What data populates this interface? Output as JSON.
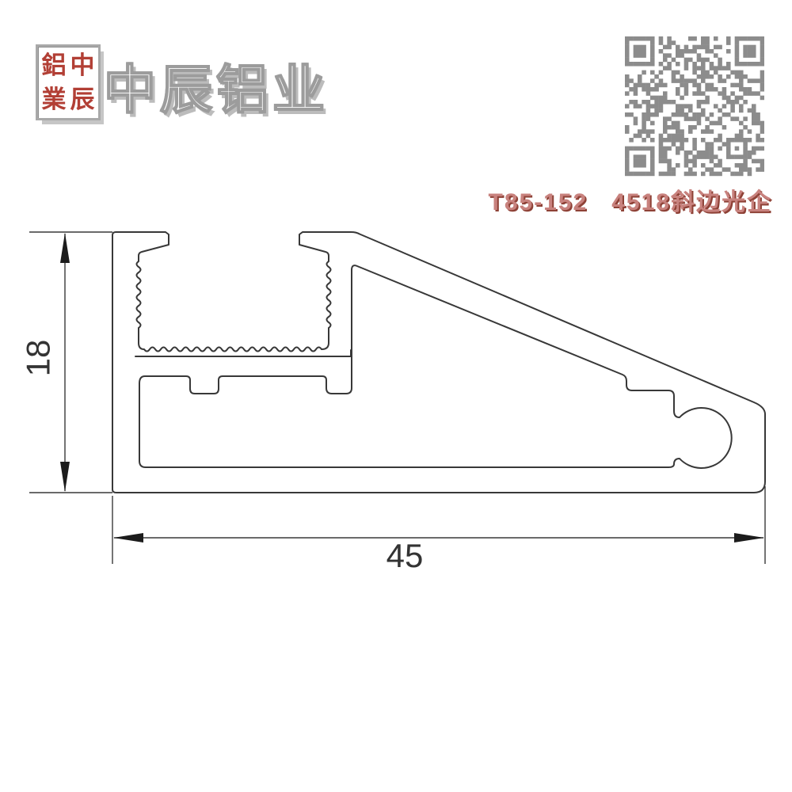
{
  "header": {
    "seal_chars": [
      "鋁",
      "中",
      "業",
      "辰"
    ],
    "company_name": "中辰铝业"
  },
  "product": {
    "code": "T85-152",
    "name": "4518斜边光企"
  },
  "drawing": {
    "height_label": "18",
    "width_label": "45"
  },
  "colors": {
    "line": "#383838",
    "seal_red": "#b23f35",
    "logo_fill": "#ffffff",
    "logo_outline": "#9c9c9c",
    "model_pink": "#c8827e",
    "model_shadow": "#8e4136",
    "qr_gray": "#8c8c8c"
  }
}
